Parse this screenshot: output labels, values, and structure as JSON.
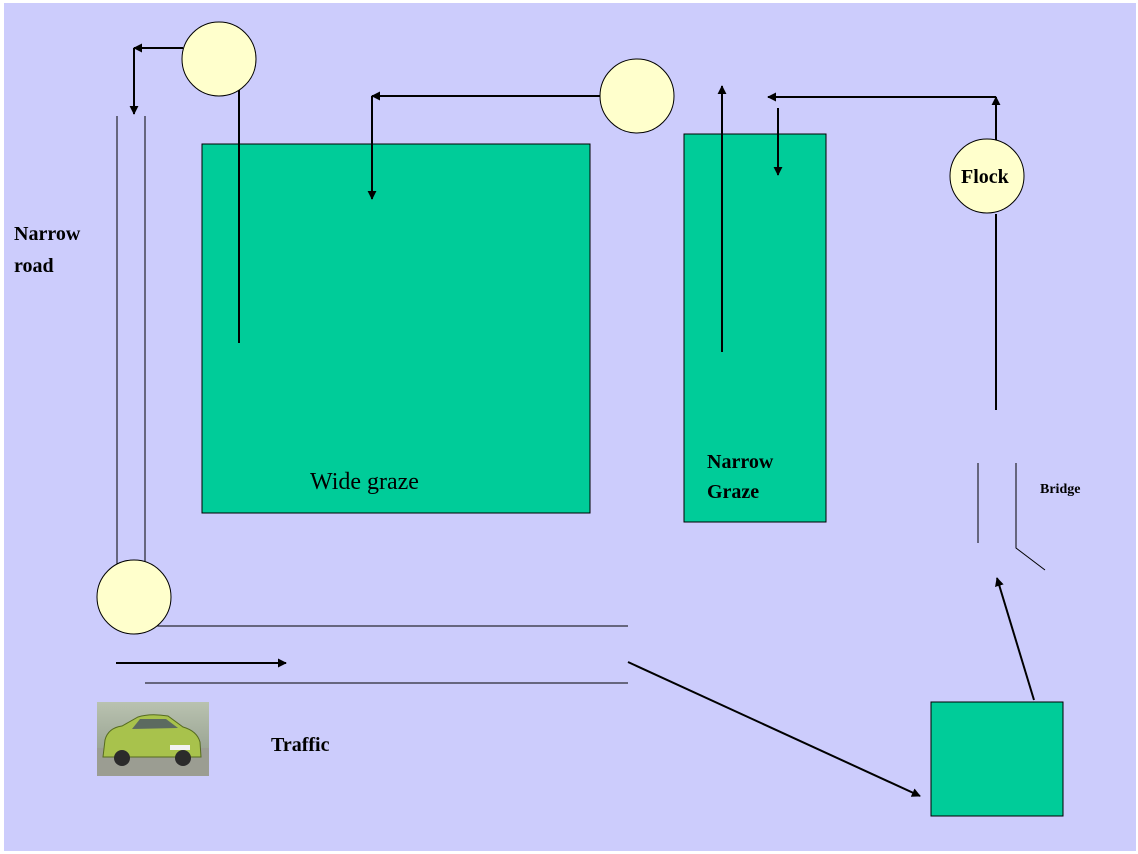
{
  "colors": {
    "background": "#ccccfc",
    "pasture": "#00cc99",
    "node_fill": "#ffffcc",
    "line": "#000000"
  },
  "labels": {
    "narrow_road_line1": "Narrow",
    "narrow_road_line2": "road",
    "wide_graze": "Wide graze",
    "narrow_graze_line1": "Narrow",
    "narrow_graze_line2": "Graze",
    "flock": "Flock",
    "bridge": "Bridge",
    "traffic": "Traffic"
  },
  "icons": {
    "car": "car-photo"
  }
}
